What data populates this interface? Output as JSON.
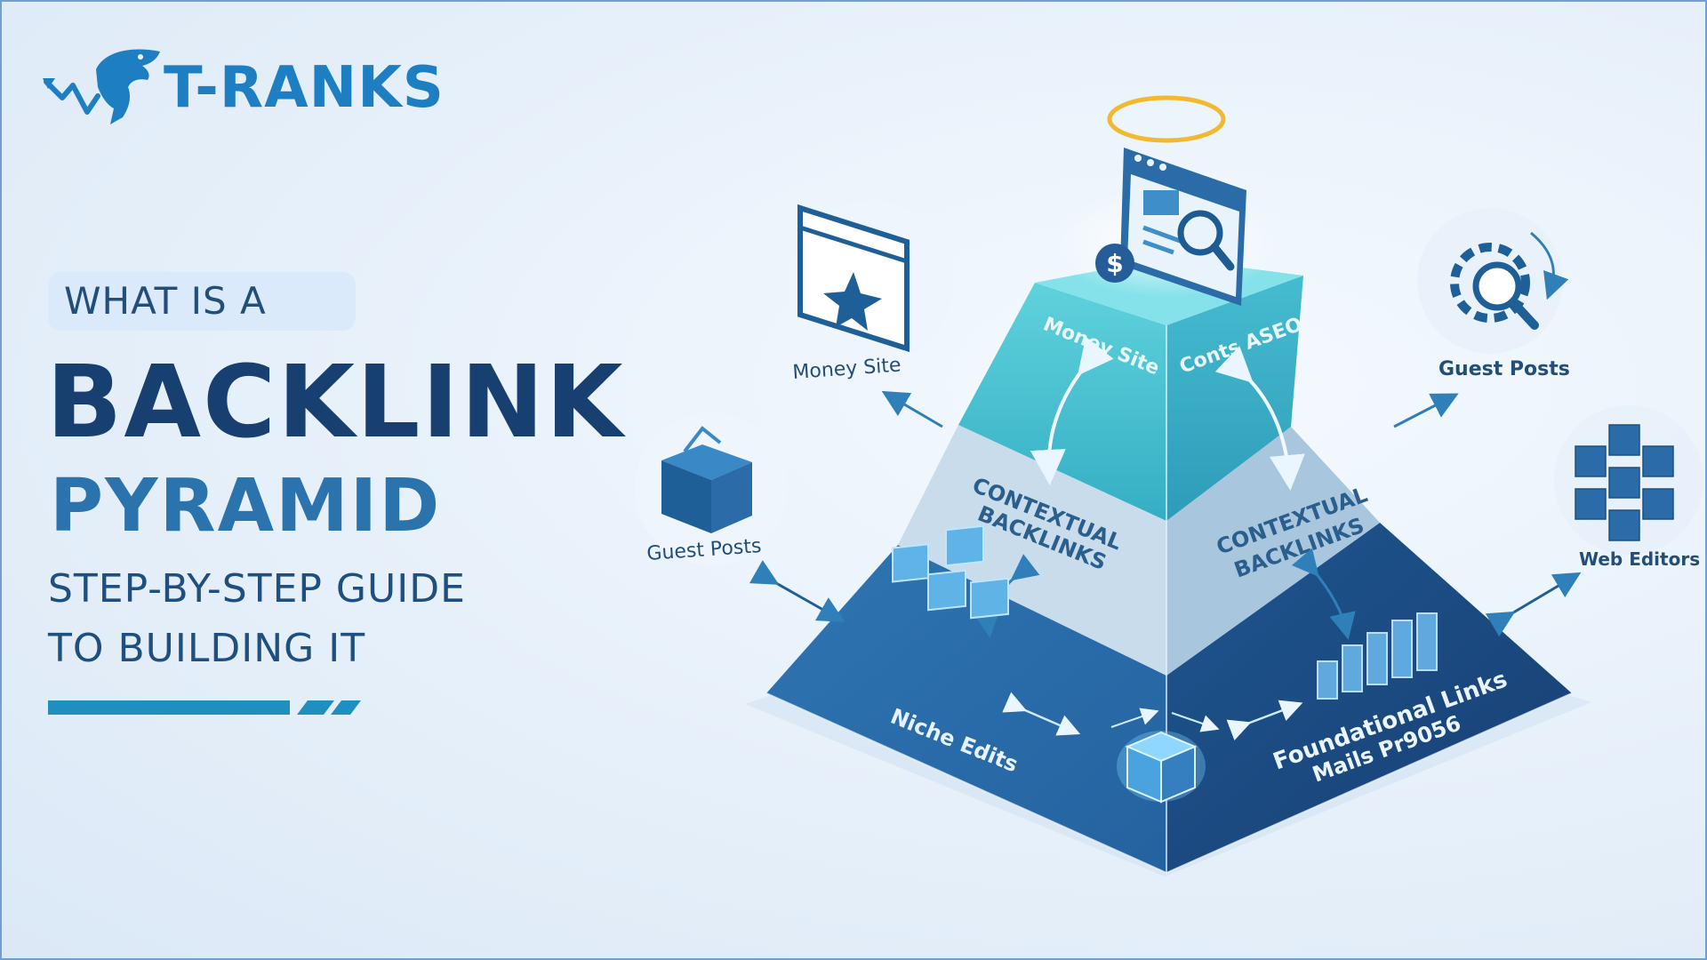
{
  "brand": {
    "name": "T-RANKS"
  },
  "headline": {
    "kicker": "WHAT IS A",
    "title": "BACKLINK",
    "subtitle": "PYRAMID",
    "tagline_line1": "STEP-BY-STEP GUIDE",
    "tagline_line2": "TO BUILDING IT"
  },
  "pyramid": {
    "top_left_label": "Money Site",
    "top_right_label": "Conts ASEO",
    "mid_left_label_line1": "CONTEXTUAL",
    "mid_left_label_line2": "BACKLINKS",
    "mid_right_label_line1": "CONTEXTUAL",
    "mid_right_label_line2": "BACKLINKS",
    "base_left_label": "Niche Edits",
    "base_right_label_line1": "Foundational Links",
    "base_right_label_line2": "Mails Pr9056"
  },
  "satellites": {
    "money_site": "Money Site",
    "guest_posts_left": "Guest Posts",
    "guest_posts_right": "Guest Posts",
    "web_editors": "Web Editors"
  },
  "colors": {
    "navy": "#173f6f",
    "brand_blue": "#1d7fc2",
    "teal": "#3ab8cc",
    "light_tier": "#c8dcec",
    "base_tier": "#2a6aa8",
    "base_tier_dark": "#1c4f86"
  }
}
